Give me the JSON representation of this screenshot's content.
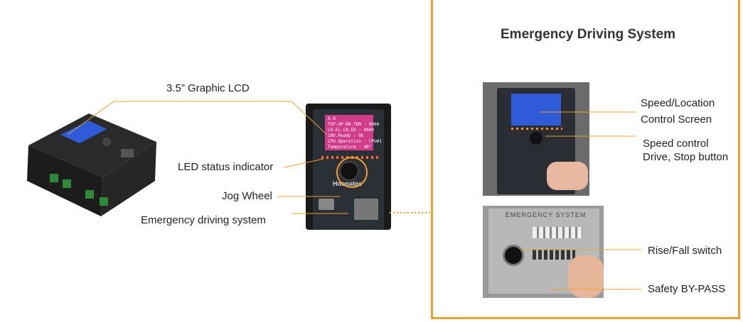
{
  "labels": {
    "graphic_lcd": "3.5” Graphic LCD",
    "led_status": "LED status indicator",
    "jog_wheel": "Jog Wheel",
    "emergency_driving": "Emergency driving system"
  },
  "panel": {
    "title": "Emergency Driving System",
    "speed_location_1": "Speed/Location",
    "speed_location_2": "Control Screen",
    "speed_control_1": "Speed control",
    "speed_control_2": "Drive, Stop button",
    "rise_fall": "Rise/Fall switch",
    "safety_bypass": "Safety BY-PASS",
    "emergency_plate": "EMERGENCY SYSTEM"
  },
  "device": {
    "brand": "Hoonatec",
    "lcd_lines": [
      "6.0",
      "TOP-UP-DN.TDN : 0000",
      "LD-EL.CR.ED : 0000",
      "INV.Ready : OK",
      "CPU.Operation : CPU#1",
      "Temperature : 48°"
    ]
  },
  "colors": {
    "accent": "#f0a030",
    "lcd_magenta": "#d23a8a",
    "lcd_blue": "#2f5bd8"
  }
}
